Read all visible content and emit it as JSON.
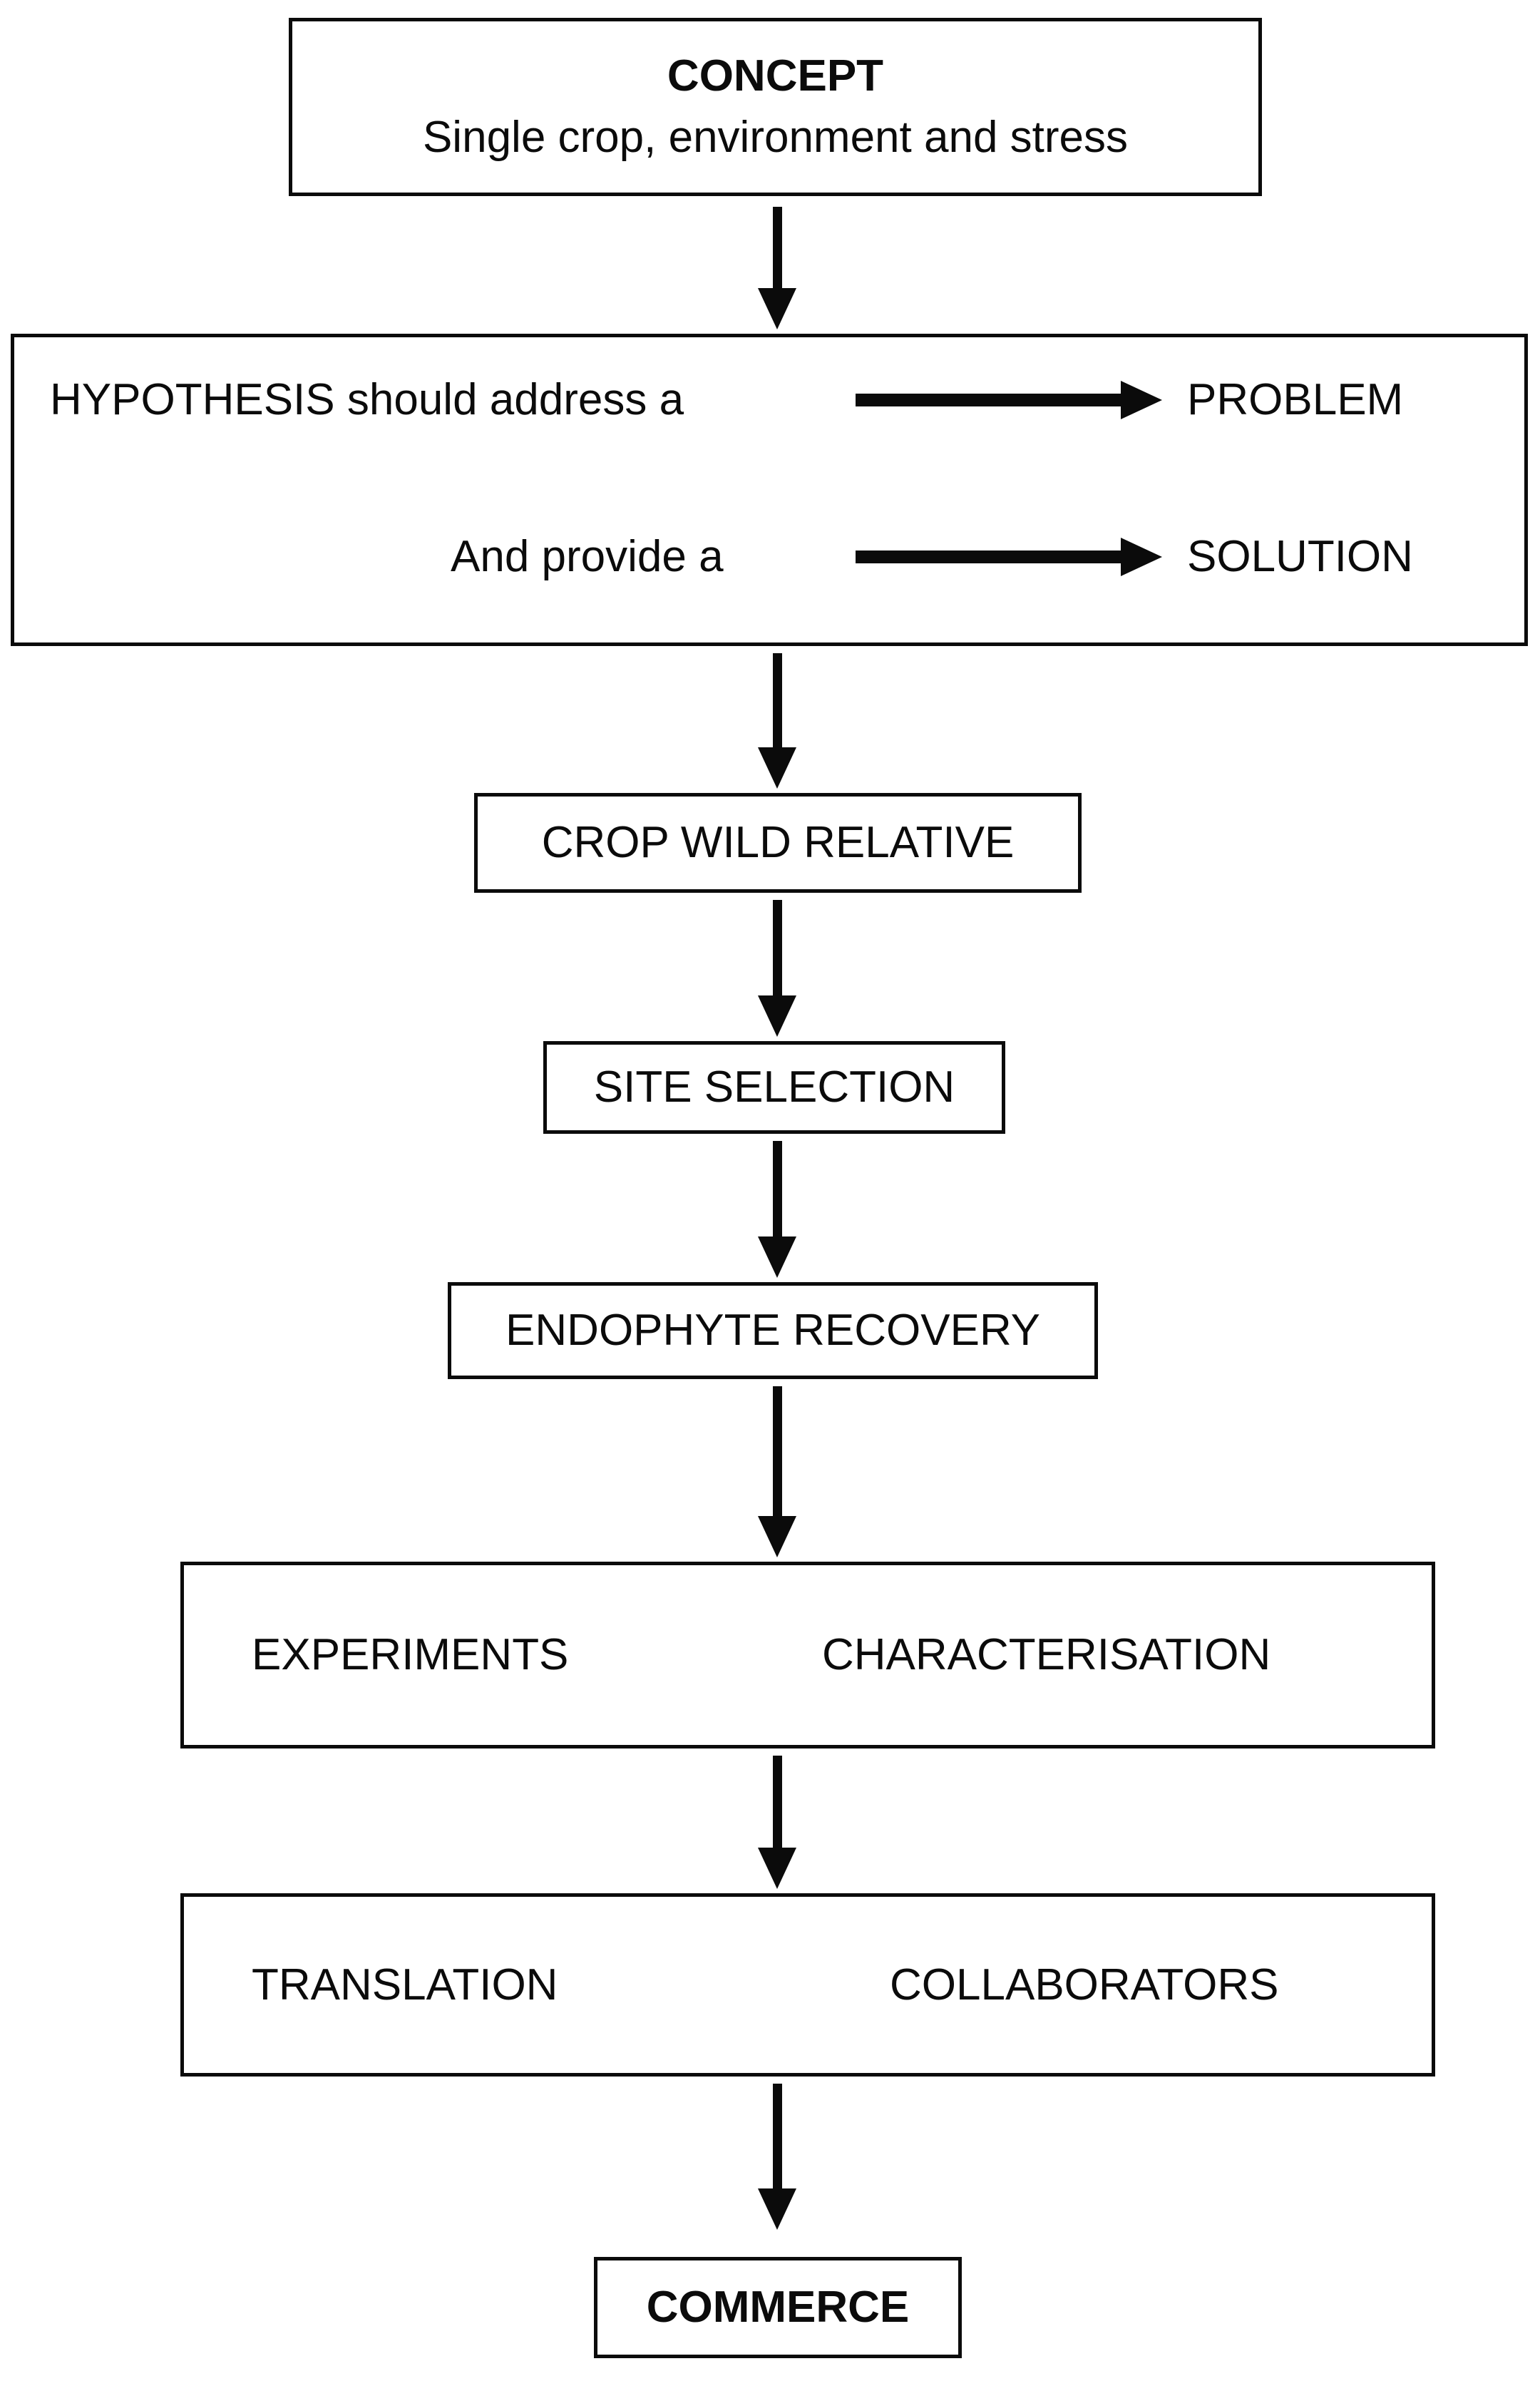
{
  "colors": {
    "ink": "#0b0b0b",
    "paper": "#ffffff"
  },
  "flowchart": {
    "concept_box": {
      "title": "CONCEPT",
      "subtitle": "Single crop, environment and stress"
    },
    "hypothesis_box": {
      "row1": {
        "label": "HYPOTHESIS should address a",
        "target": "PROBLEM"
      },
      "row2": {
        "label": "And provide a",
        "target": "SOLUTION"
      }
    },
    "step_boxes": {
      "crop_wild_relative": "CROP WILD RELATIVE",
      "site_selection": "SITE SELECTION",
      "endophyte_recovery": "ENDOPHYTE RECOVERY"
    },
    "experiments_box": {
      "left": "EXPERIMENTS",
      "right": "CHARACTERISATION"
    },
    "translation_box": {
      "left": "TRANSLATION",
      "right": "COLLABORATORS"
    },
    "commerce_box": {
      "title": "COMMERCE"
    }
  }
}
